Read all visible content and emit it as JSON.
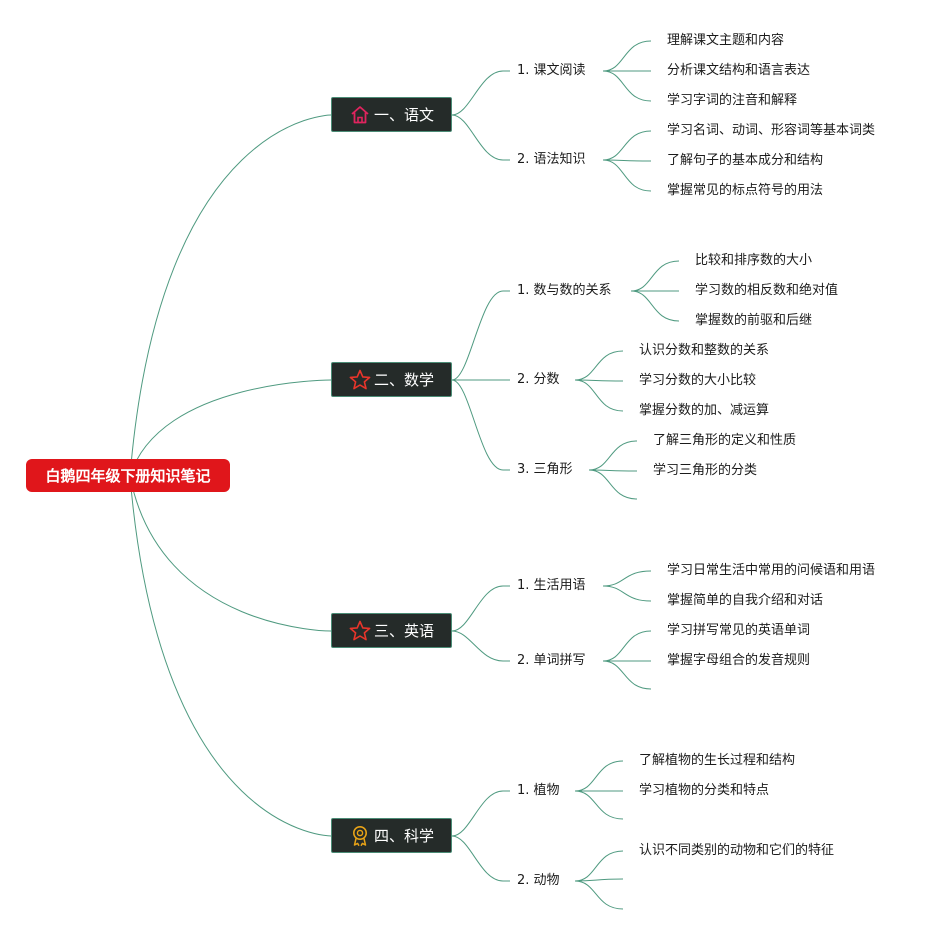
{
  "root": {
    "label": "白鹅四年级下册知识笔记"
  },
  "branches": [
    {
      "label": "一、语文",
      "icon": "home-icon",
      "icon_color": "#e0245e",
      "topics": [
        {
          "label": "1. 课文阅读",
          "points": [
            "理解课文主题和内容",
            "分析课文结构和语言表达",
            "学习字词的注音和解释"
          ]
        },
        {
          "label": "2. 语法知识",
          "points": [
            "学习名词、动词、形容词等基本词类",
            "了解句子的基本成分和结构",
            "掌握常见的标点符号的用法"
          ]
        }
      ]
    },
    {
      "label": "二、数学",
      "icon": "star-icon",
      "icon_color": "#e8352b",
      "topics": [
        {
          "label": "1. 数与数的关系",
          "points": [
            "比较和排序数的大小",
            "学习数的相反数和绝对值",
            "掌握数的前驱和后继"
          ]
        },
        {
          "label": "2. 分数",
          "points": [
            "认识分数和整数的关系",
            "学习分数的大小比较",
            "掌握分数的加、减运算"
          ]
        },
        {
          "label": "3. 三角形",
          "points": [
            "了解三角形的定义和性质",
            "学习三角形的分类",
            ""
          ]
        }
      ]
    },
    {
      "label": "三、英语",
      "icon": "star-icon",
      "icon_color": "#e8352b",
      "topics": [
        {
          "label": "1. 生活用语",
          "points": [
            "学习日常生活中常用的问候语和用语",
            "掌握简单的自我介绍和对话"
          ]
        },
        {
          "label": "2. 单词拼写",
          "points": [
            "学习拼写常见的英语单词",
            "掌握字母组合的发音规则",
            ""
          ]
        }
      ]
    },
    {
      "label": "四、科学",
      "icon": "award-icon",
      "icon_color": "#e8a317",
      "topics": [
        {
          "label": "1. 植物",
          "points": [
            "了解植物的生长过程和结构",
            "学习植物的分类和特点",
            ""
          ]
        },
        {
          "label": "2. 动物",
          "points": [
            "认识不同类别的动物和它们的特征",
            "",
            ""
          ]
        }
      ]
    }
  ]
}
